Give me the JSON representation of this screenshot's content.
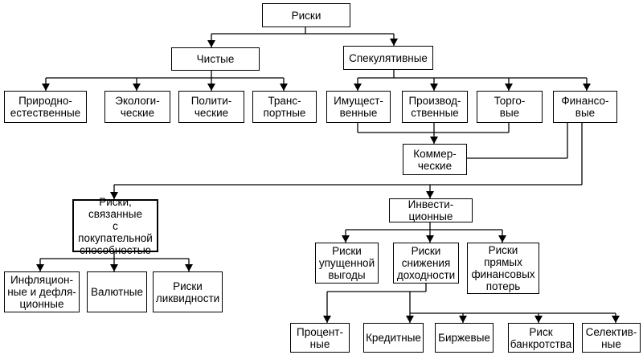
{
  "nodes": {
    "riski": "Риски",
    "chistye": "Чистые",
    "spekulyativnye": "Спекулятивные",
    "prirodno": "Природно-\nестественные",
    "ekologi": "Экологи-\nческие",
    "politi": "Полити-\nческие",
    "trans": "Транс-\nпортные",
    "imushest": "Имущест-\nвенные",
    "proizvod": "Производ-\nственные",
    "torgo": "Торго-\nвые",
    "finanso": "Финансо-\nвые",
    "kommer": "Коммер-\nческие",
    "pokupat": "Риски,\nсвязанные\nс покупательной\nспособностью",
    "investi": "Инвести-\nционные",
    "infl": "Инфляцион-\nные и дефля-\nционные",
    "valyut": "Валютные",
    "likvid": "Риски\nликвидности",
    "upush": "Риски\nупущенной\nвыгоды",
    "snizh": "Риски\nснижения\nдоходности",
    "pryam": "Риски\nпрямых\nфинансовых\nпотерь",
    "procent": "Процент-\nные",
    "kredit": "Кредитные",
    "birzh": "Биржевые",
    "bankrot": "Риск\nбанкротства",
    "selekt": "Селектив-\nные"
  }
}
